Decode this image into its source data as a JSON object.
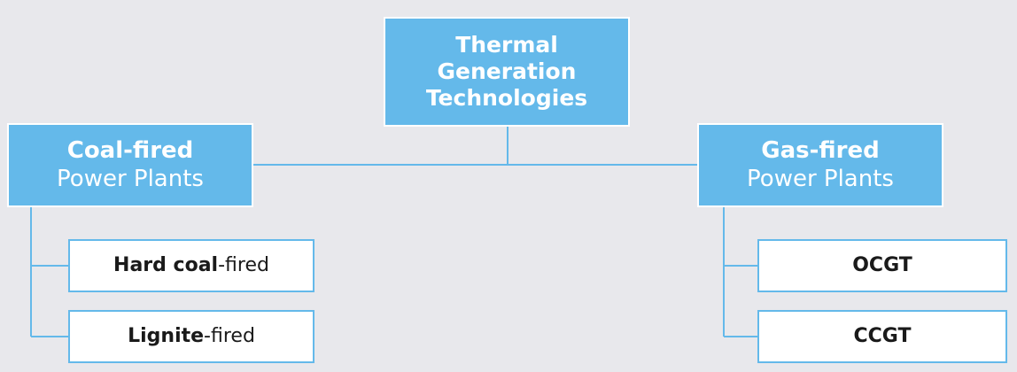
{
  "diagram": {
    "root": {
      "lines": [
        "Thermal",
        "Generation",
        "Technologies"
      ]
    },
    "categories": [
      {
        "title_bold": "Coal-fired",
        "title_normal": "Power Plants",
        "children": [
          {
            "bold": "Hard coal",
            "normal": "-fired"
          },
          {
            "bold": "Lignite",
            "normal": "-fired"
          }
        ]
      },
      {
        "title_bold": "Gas-fired",
        "title_normal": "Power Plants",
        "children": [
          {
            "bold": "OCGT",
            "normal": ""
          },
          {
            "bold": "CCGT",
            "normal": ""
          }
        ]
      }
    ],
    "colors": {
      "box_fill": "#64b9ea",
      "connector": "#64b9ea",
      "background": "#e8e8ec",
      "leaf_fill": "#ffffff"
    }
  }
}
